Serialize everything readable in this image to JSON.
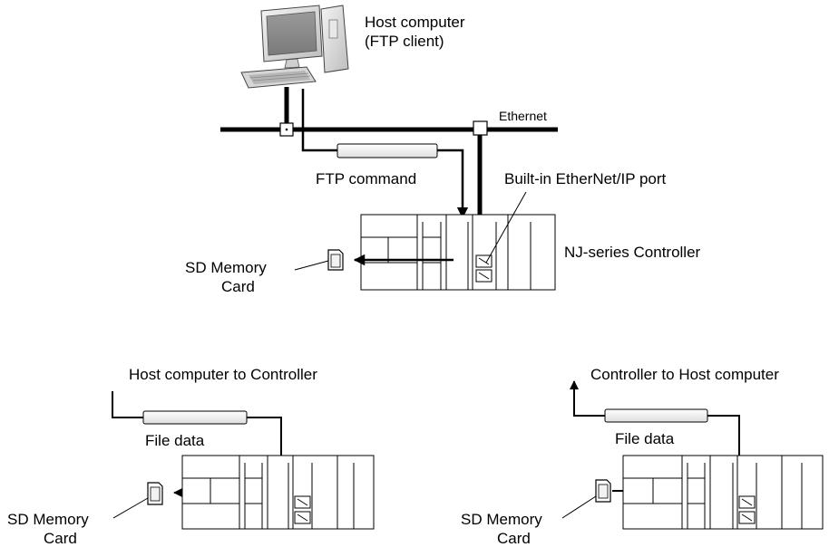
{
  "top": {
    "host_line1": "Host computer",
    "host_line2": "(FTP client)",
    "ethernet": "Ethernet",
    "ftp_command": "FTP command",
    "port": "Built-in EtherNet/IP port",
    "controller": "NJ-series Controller",
    "sd_line1": "SD Memory",
    "sd_line2": "Card"
  },
  "bottom_left": {
    "title": "Host computer to Controller",
    "file_data": "File data",
    "sd_line1": "SD Memory",
    "sd_line2": "Card"
  },
  "bottom_right": {
    "title": "Controller to Host computer",
    "file_data": "File data",
    "sd_line1": "SD Memory",
    "sd_line2": "Card"
  }
}
